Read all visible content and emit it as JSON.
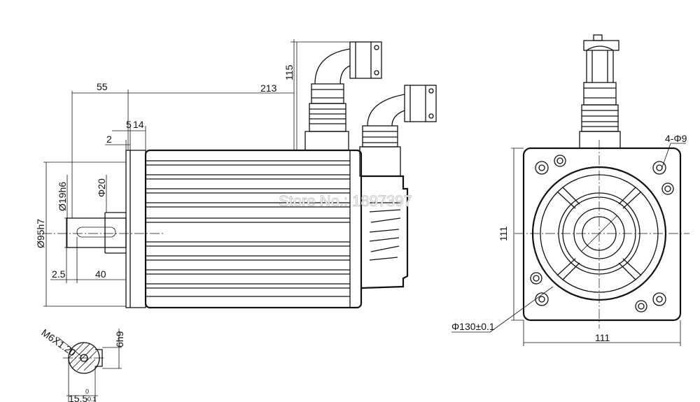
{
  "dimensions": {
    "d55": "55",
    "d213": "213",
    "d115": "115",
    "d5": "5",
    "d14": "14",
    "d2": "2",
    "d19h6": "Ø19h6",
    "d20": "Φ20",
    "d95h7": "Ø95h7",
    "d2_5": "2.5",
    "d40": "40",
    "d111_h": "111",
    "d111_v": "111",
    "d4phi9": "4-Φ9",
    "d130": "Φ130±0.1",
    "thread": "M6X1.20",
    "key": "6h9",
    "keydepth": "15.5",
    "keytol_top": "0",
    "keytol_bot": "-0.1"
  },
  "watermark": "Store No.: 1897397"
}
